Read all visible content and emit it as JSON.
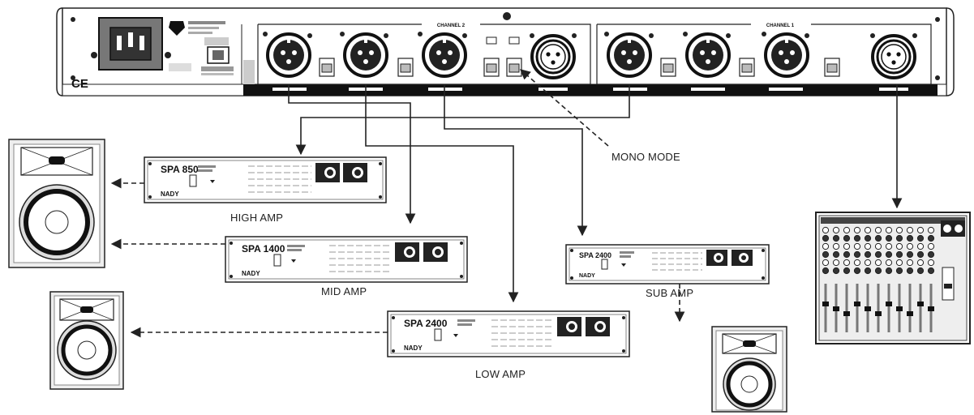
{
  "labels": {
    "mono_mode": "MONO MODE",
    "high_amp": "HIGH AMP",
    "mid_amp": "MID AMP",
    "low_amp": "LOW AMP",
    "sub_amp": "SUB AMP"
  },
  "processor": {
    "channel_2": "CHANNEL 2",
    "channel_1": "CHANNEL 1",
    "ce_mark": "CE"
  },
  "amps": {
    "high_model": "SPA 850",
    "mid_model": "SPA 1400",
    "low_model": "SPA 2400",
    "sub_model": "SPA 2400",
    "brand": "NADY"
  },
  "icons": [
    "speaker-icon",
    "xlr-connector-icon",
    "power-inlet-icon",
    "mixer-icon"
  ]
}
